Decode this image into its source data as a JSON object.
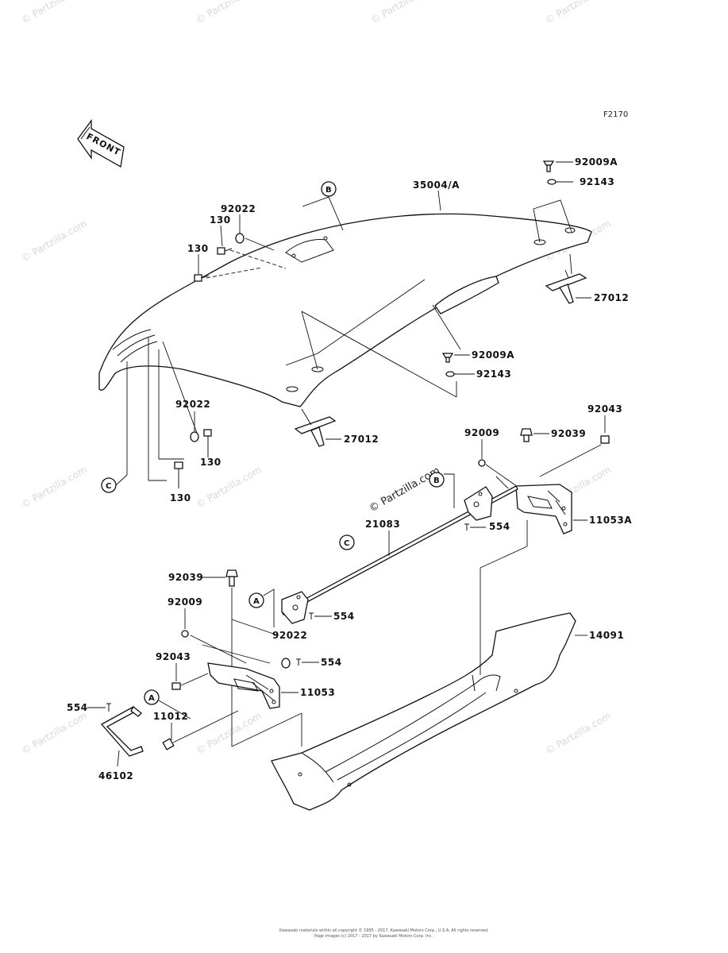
{
  "figure_code": "F2170",
  "front_label": "FRONT",
  "watermark": {
    "brand": "© Partzilla.com",
    "center_brand": "© Partzilla.com"
  },
  "parts": [
    {
      "id": "35004A",
      "label": "35004/A"
    },
    {
      "id": "92009A_top",
      "label": "92009A"
    },
    {
      "id": "92143_top",
      "label": "92143"
    },
    {
      "id": "27012_right",
      "label": "27012"
    },
    {
      "id": "92022_top",
      "label": "92022"
    },
    {
      "id": "130_a",
      "label": "130"
    },
    {
      "id": "130_b",
      "label": "130"
    },
    {
      "id": "92009A_mid",
      "label": "92009A"
    },
    {
      "id": "92143_mid",
      "label": "92143"
    },
    {
      "id": "92022_left",
      "label": "92022"
    },
    {
      "id": "130_c",
      "label": "130"
    },
    {
      "id": "130_d",
      "label": "130"
    },
    {
      "id": "27012_mid",
      "label": "27012"
    },
    {
      "id": "92043_right",
      "label": "92043"
    },
    {
      "id": "92009_right",
      "label": "92009"
    },
    {
      "id": "92039_right",
      "label": "92039"
    },
    {
      "id": "11053A",
      "label": "11053A"
    },
    {
      "id": "554_a",
      "label": "554"
    },
    {
      "id": "21083",
      "label": "21083"
    },
    {
      "id": "92039_left",
      "label": "92039"
    },
    {
      "id": "554_b",
      "label": "554"
    },
    {
      "id": "92009_left",
      "label": "92009"
    },
    {
      "id": "92022_mid",
      "label": "92022"
    },
    {
      "id": "554_c",
      "label": "554"
    },
    {
      "id": "92043_left",
      "label": "92043"
    },
    {
      "id": "11053",
      "label": "11053"
    },
    {
      "id": "14091",
      "label": "14091"
    },
    {
      "id": "554_d",
      "label": "554"
    },
    {
      "id": "11012",
      "label": "11012"
    },
    {
      "id": "46102",
      "label": "46102"
    }
  ],
  "refs": {
    "B_top": "B",
    "C_left": "C",
    "B_mid": "B",
    "C_mid": "C",
    "A_mid": "A",
    "A_low": "A"
  },
  "footer": {
    "line1": "Kawasaki materials within all copyright © 1995 - 2017, Kawasaki Motors Corp., U.S.A. All rights reserved.",
    "line2": "Page images (c) 2017 - 2017 by Kawasaki Motors Corp. Inc."
  }
}
